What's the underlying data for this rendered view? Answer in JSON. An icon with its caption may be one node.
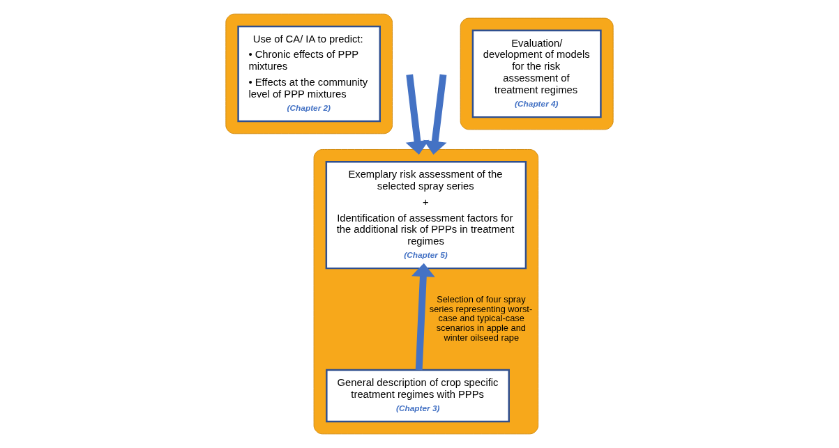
{
  "diagram": {
    "nodes": [
      {
        "text": [],
        "shape": "box"
      },
      {
        "text": [
          "Use of CA/ IA to predict:",
          "• Chronic effects of PPP mixtures",
          "• Effects at the community level of PPP mixtures",
          "(Chapter 2)"
        ],
        "in": 0
      },
      {
        "text": [],
        "shape": "box"
      },
      {
        "text": [
          "Exemplary risk assessment of the selected spray series",
          "+",
          "Identification of assessment factors for the additional risk of PPPs in treatment regimes",
          "(Chapter 5)"
        ],
        "in": 2
      },
      {
        "text": [
          "General description of crop specific treatment regimes with PPPs",
          "(Chapter 3)"
        ],
        "in": 2
      },
      {
        "text": [],
        "shape": "box"
      },
      {
        "text": [
          "Evaluation/ development of models for the risk assessment of treatment regimes",
          "(Chapter 4)"
        ],
        "in": 5
      }
    ],
    "edges": [
      {
        "from": null,
        "to": 2,
        "arrow": "to"
      },
      {
        "from": null,
        "to": 2,
        "arrow": "to"
      },
      {
        "from": 4,
        "to": 3,
        "label": "Selection of four spray series representing worst-case and typical-case scenarios in apple and winter oilseed rape",
        "arrow": "to"
      }
    ]
  }
}
